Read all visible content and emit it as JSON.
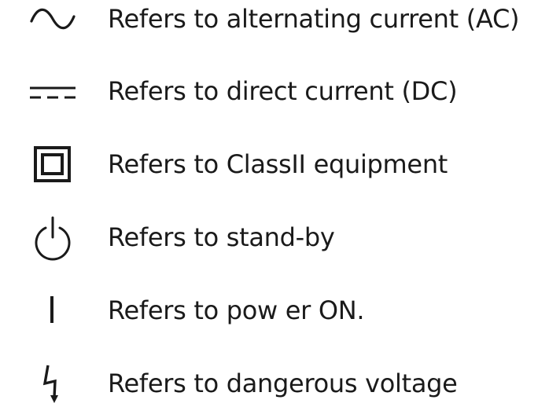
{
  "symbols": [
    {
      "icon": "ac-sine-wave-icon",
      "label": "Refers to alternating current (AC)"
    },
    {
      "icon": "dc-current-icon",
      "label": "Refers to direct current (DC)"
    },
    {
      "icon": "class-ii-double-square-icon",
      "label": "Refers to ClassII equipment"
    },
    {
      "icon": "standby-power-icon",
      "label": "Refers to stand-by"
    },
    {
      "icon": "power-on-line-icon",
      "label": "Refers to pow er ON."
    },
    {
      "icon": "lightning-bolt-icon",
      "label": "Refers to dangerous voltage"
    }
  ],
  "colors": {
    "text": "#1a1a1a",
    "icon": "#1a1a1a",
    "background": "#ffffff"
  }
}
